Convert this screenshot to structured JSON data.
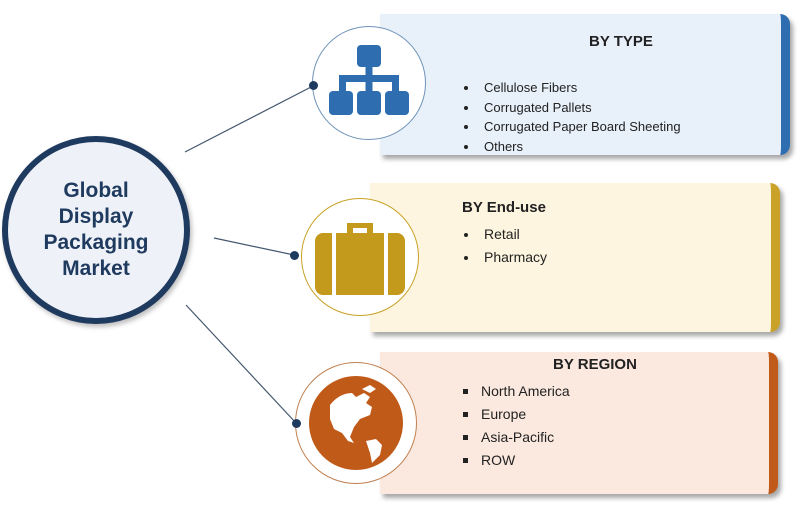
{
  "main": {
    "title": "Global Display Packaging Market"
  },
  "segments": [
    {
      "title": "BY TYPE",
      "icon": "hierarchy-icon",
      "color": "#2e6eb0",
      "items": [
        "Cellulose Fibers",
        "Corrugated Pallets",
        "Corrugated Paper Board Sheeting",
        "Others"
      ]
    },
    {
      "title": "BY End-use",
      "icon": "briefcase-icon",
      "color": "#c9a227",
      "items": [
        "Retail",
        "Pharmacy"
      ]
    },
    {
      "title": "BY REGION",
      "icon": "globe-icon",
      "color": "#c05a18",
      "items": [
        "North America",
        "Europe",
        "Asia-Pacific",
        "ROW"
      ]
    }
  ]
}
